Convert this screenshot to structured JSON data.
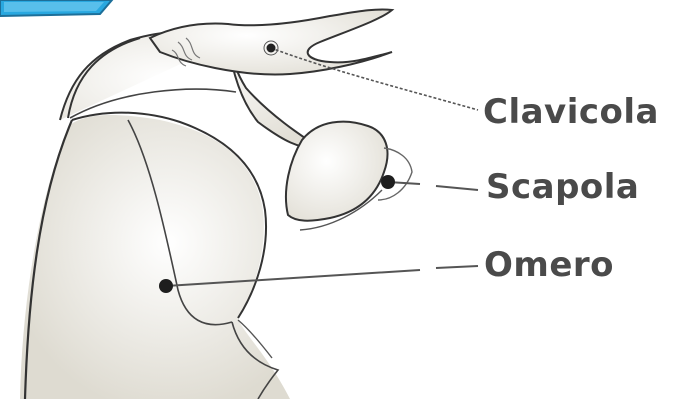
{
  "labels": {
    "clavicola": "Clavicola",
    "scapola": "Scapola",
    "omero": "Omero"
  },
  "colors": {
    "label_text": "#4a4a4a",
    "badge_blue": "#29a8e0",
    "bone_shading": "#e9e7df",
    "outline": "#333333",
    "leader": "#555555"
  }
}
